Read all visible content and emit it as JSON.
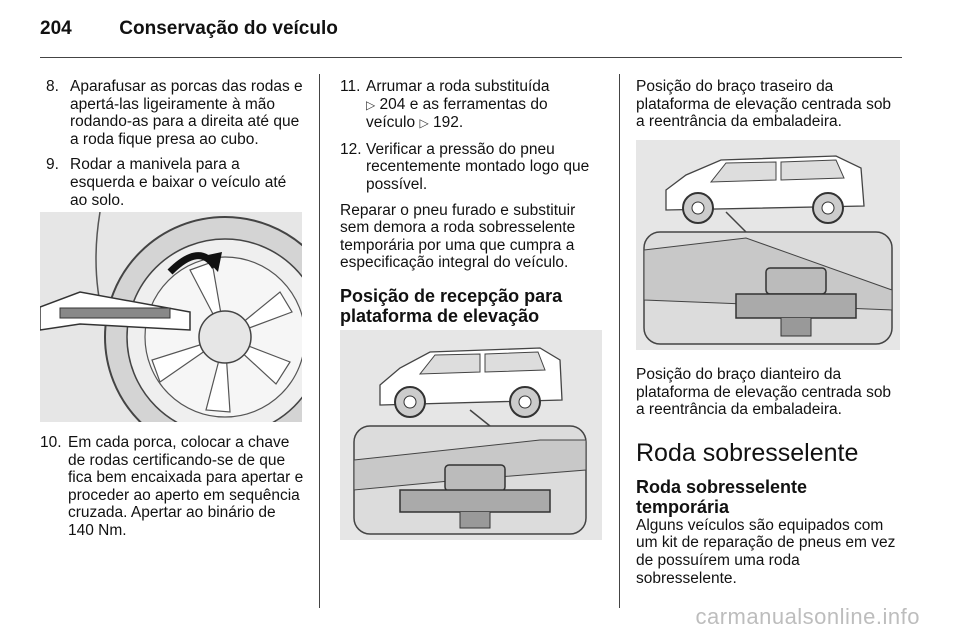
{
  "header": {
    "page_number": "204",
    "title": "Conservação do veículo"
  },
  "col1": {
    "steps_a": [
      {
        "n": "8.",
        "text": "Aparafusar as porcas das rodas e apertá-las ligeiramente à mão rodando-as para a direita até que a roda fique presa ao cubo."
      },
      {
        "n": "9.",
        "text": "Rodar a manivela para a esquerda e baixar o veículo até ao solo."
      }
    ],
    "steps_b": [
      {
        "n": "10.",
        "text": "Em cada porca, colocar a chave de rodas certificando-se de que fica bem encaixada para apertar e proceder ao aperto em sequência cruzada. Apertar ao binário de 140 Nm."
      }
    ]
  },
  "col2": {
    "step11": {
      "n": "11.",
      "pre": "Arrumar a roda substituída",
      "ref1": "204 e as ferramentas do",
      "post": "veículo",
      "ref2": "192."
    },
    "step12": {
      "n": "12.",
      "text": "Verificar a pressão do pneu recentemente montado logo que possível."
    },
    "para": "Reparar o pneu furado e substituir sem demora a roda sobresselente temporária por uma que cumpra a especificação integral do veículo.",
    "heading": "Posição de recepção para plataforma de elevação"
  },
  "col3": {
    "rear_caption": "Posição do braço traseiro da plataforma de elevação centrada sob a reentrância da embaladeira.",
    "front_caption": "Posição do braço dianteiro da plataforma de elevação centrada sob a reentrância da embaladeira.",
    "section_title": "Roda sobresselente",
    "subsection_title": "Roda sobresselente temporária",
    "body": "Alguns veículos são equipados com um kit de reparação de pneus em vez de possuírem uma roda sobresselente."
  },
  "icons": {
    "xref": "▷"
  },
  "watermark": "carmanualsonline.info"
}
